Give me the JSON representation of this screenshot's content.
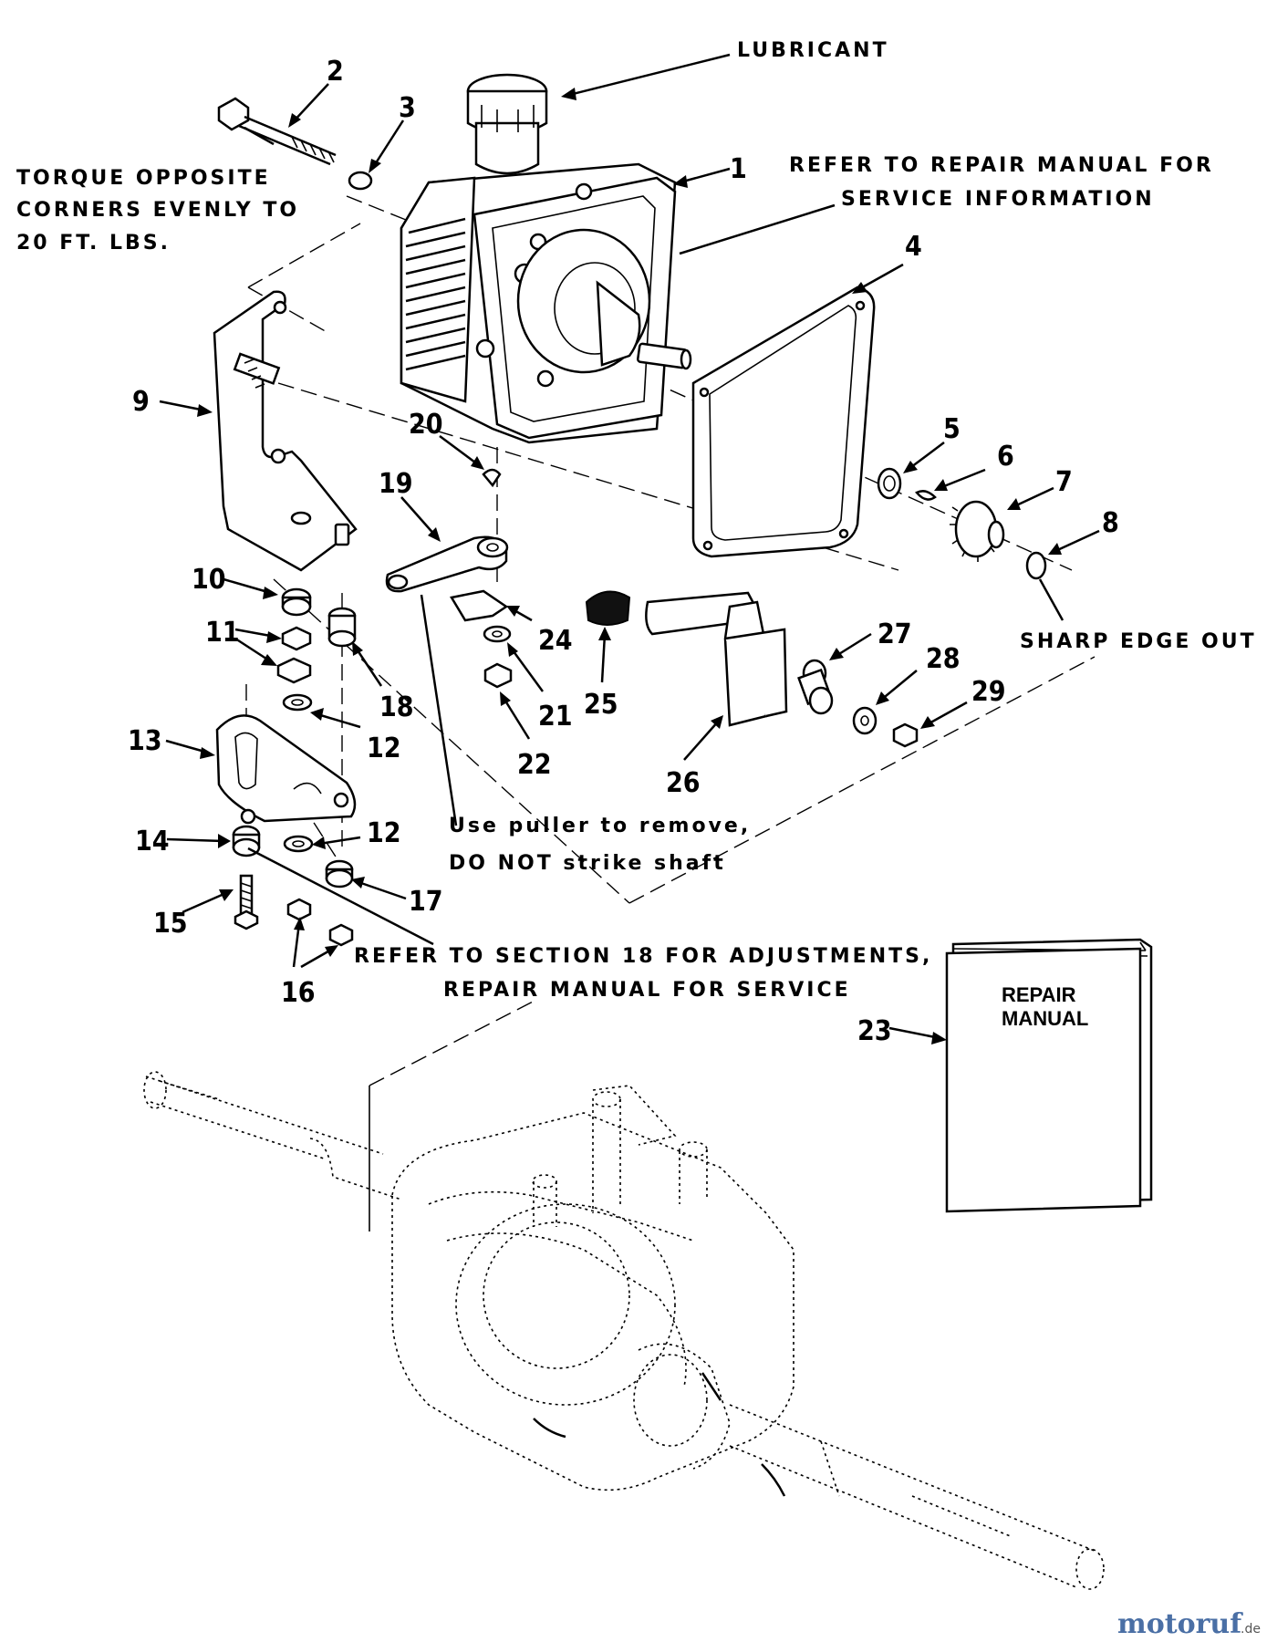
{
  "parts": [
    {
      "no": "1"
    },
    {
      "no": "2"
    },
    {
      "no": "3"
    },
    {
      "no": "4"
    },
    {
      "no": "5"
    },
    {
      "no": "6"
    },
    {
      "no": "7"
    },
    {
      "no": "8"
    },
    {
      "no": "9"
    },
    {
      "no": "10"
    },
    {
      "no": "11"
    },
    {
      "no": "12"
    },
    {
      "no": "12"
    },
    {
      "no": "13"
    },
    {
      "no": "14"
    },
    {
      "no": "15"
    },
    {
      "no": "16"
    },
    {
      "no": "17"
    },
    {
      "no": "18"
    },
    {
      "no": "19"
    },
    {
      "no": "20"
    },
    {
      "no": "21"
    },
    {
      "no": "22"
    },
    {
      "no": "23"
    },
    {
      "no": "24"
    },
    {
      "no": "25"
    },
    {
      "no": "26"
    },
    {
      "no": "27"
    },
    {
      "no": "28"
    },
    {
      "no": "29"
    }
  ],
  "notes": {
    "lubricant": "LUBRICANT",
    "repair_ref_1": "REFER TO REPAIR MANUAL FOR",
    "repair_ref_2": "SERVICE INFORMATION",
    "torque_1": "TORQUE OPPOSITE",
    "torque_2": "CORNERS EVENLY TO",
    "torque_3": "20 FT. LBS.",
    "sharp_edge": "SHARP EDGE OUT",
    "puller_1": "Use puller to remove,",
    "puller_2": "DO NOT strike shaft",
    "section_1": "REFER TO SECTION 18 FOR ADJUSTMENTS,",
    "section_2": "REPAIR MANUAL FOR SERVICE"
  },
  "manual": {
    "line1": "REPAIR",
    "line2": "MANUAL"
  },
  "watermark": {
    "name": "motoruf",
    "tld": ".de"
  }
}
